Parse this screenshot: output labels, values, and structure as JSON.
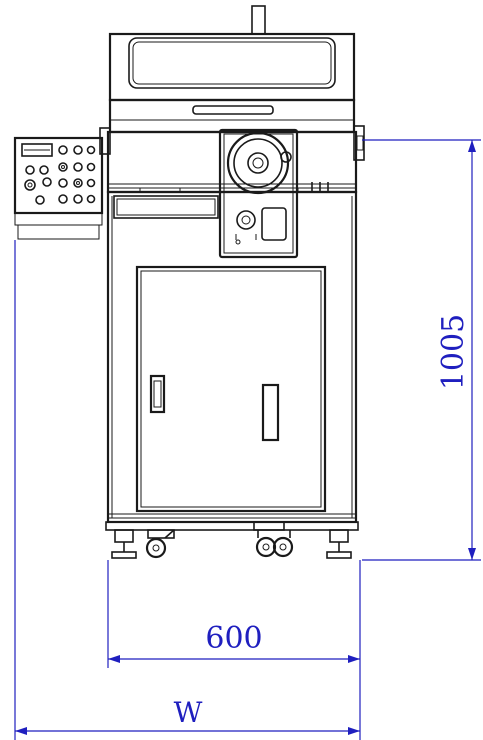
{
  "dimensions": {
    "height_label": "1005",
    "width_label": "600",
    "overall_label": "W"
  },
  "colors": {
    "drawing": "#1a1a1a",
    "dimension": "#1f1fbf",
    "background": "#ffffff"
  }
}
